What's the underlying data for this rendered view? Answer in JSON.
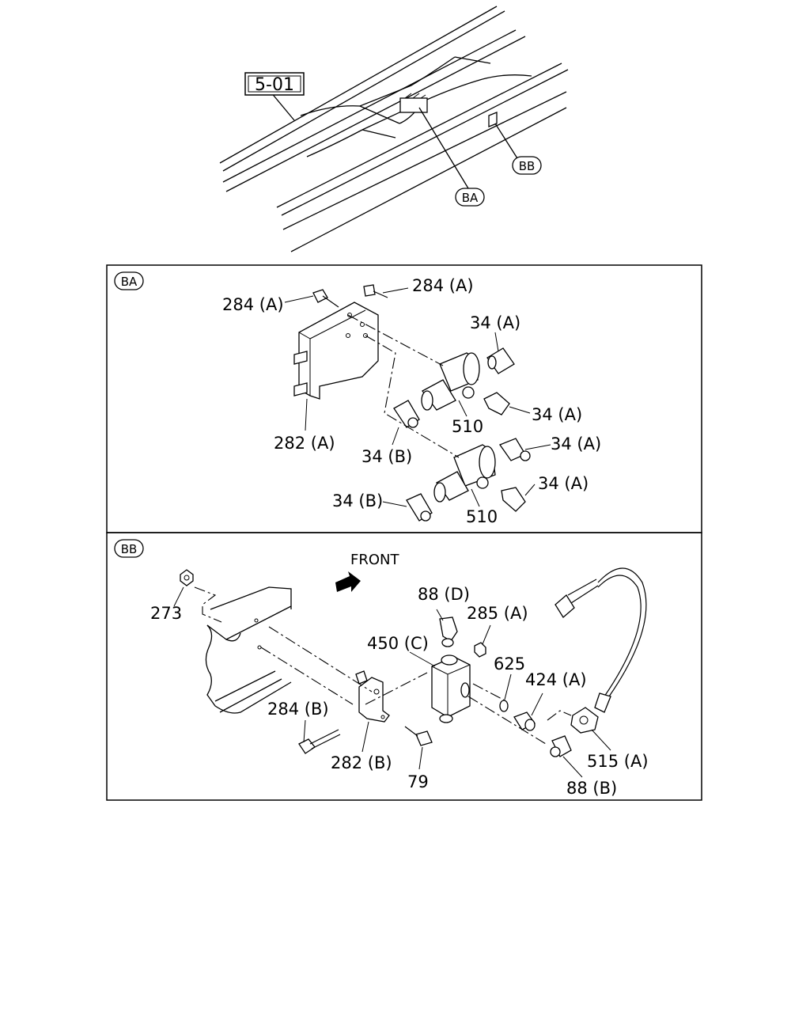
{
  "overview": {
    "ref_box": "5-01",
    "callout_ba": "BA",
    "callout_bb": "BB"
  },
  "panel_ba": {
    "badge": "BA",
    "labels": {
      "bolt_284a_left": "284 (A)",
      "bolt_284a_right": "284 (A)",
      "bracket_282a": "282 (A)",
      "fitting_34a_1": "34 (A)",
      "fitting_34a_2": "34 (A)",
      "fitting_34a_3": "34 (A)",
      "fitting_34a_4": "34 (A)",
      "fitting_34b_1": "34 (B)",
      "fitting_34b_2": "34 (B)",
      "valve_510_1": "510",
      "valve_510_2": "510"
    }
  },
  "panel_bb": {
    "badge": "BB",
    "front_label": "FRONT",
    "labels": {
      "nut_273": "273",
      "elbow_88d": "88 (D)",
      "nut_285a": "285 (A)",
      "valve_450c": "450 (C)",
      "washer_625": "625",
      "adapter_424a": "424 (A)",
      "bolt_284b": "284 (B)",
      "bracket_282b": "282 (B)",
      "bolt_79": "79",
      "elbow_88b": "88 (B)",
      "cable_515a": "515 (A)"
    }
  }
}
